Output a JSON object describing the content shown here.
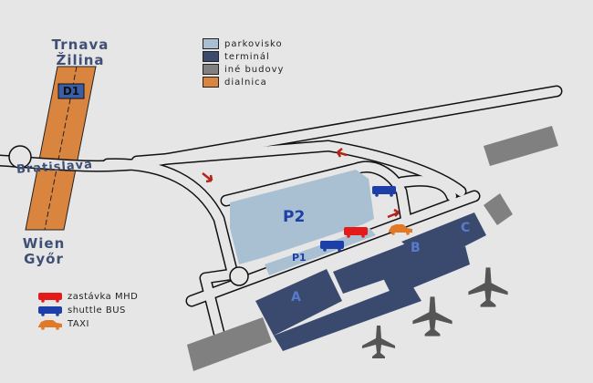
{
  "cities": {
    "north_1": "Trnava",
    "north_2": "Žilina",
    "west": "Bratislava",
    "south_1": "Wien",
    "south_2": "Győr"
  },
  "highway_label": "D1",
  "legend": [
    {
      "label": "parkovisko",
      "color": "#a9c0d3"
    },
    {
      "label": "terminál",
      "color": "#3a4a6e"
    },
    {
      "label": "iné budovy",
      "color": "#808080"
    },
    {
      "label": "dialnica",
      "color": "#d9843f"
    }
  ],
  "transport_legend": [
    {
      "label": "zastávka MHD",
      "color": "#e41a1a",
      "icon": "bus-icon"
    },
    {
      "label": "shuttle BUS",
      "color": "#1c3fa8",
      "icon": "bus-icon"
    },
    {
      "label": "TAXI",
      "color": "#e07a28",
      "icon": "car-icon"
    }
  ],
  "parking": {
    "p2": "P2",
    "p1": "P1"
  },
  "terminals": {
    "a": "A",
    "b": "B",
    "c": "C"
  }
}
